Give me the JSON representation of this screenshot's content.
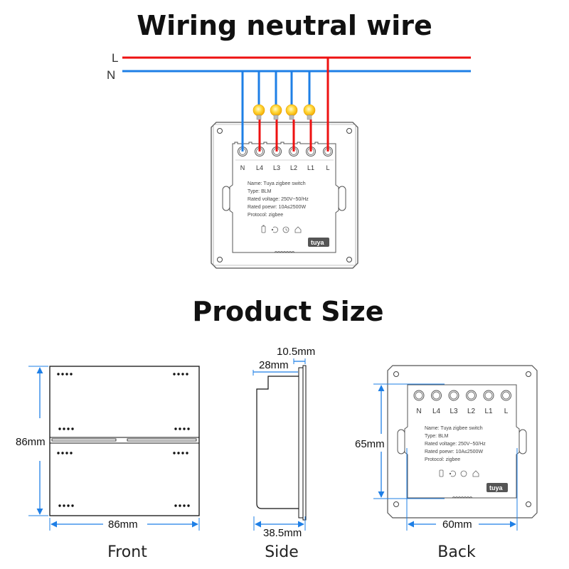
{
  "headings": {
    "wiring_title": "Wiring neutral wire",
    "size_title": "Product Size"
  },
  "wiring": {
    "line_label": "L",
    "neutral_label": "N",
    "line_color": "#ee1111",
    "neutral_color": "#1e7fe6",
    "terminals": [
      "N",
      "L4",
      "L3",
      "L2",
      "L1",
      "L"
    ],
    "bulb_count": 4,
    "spec": {
      "name": "Name:  Tuya zigbee switch",
      "type": "Type:  BLM",
      "voltage": "Rated voltage:  250V~50/Hz",
      "power": "Rated poewr:  10A≤2500W",
      "protocol": "Protocol:  zigbee"
    },
    "brand_badge": "tuya",
    "feature_icons": [
      "battery-icon",
      "voice-control-icon",
      "timer-icon",
      "home-icon"
    ]
  },
  "dimensions": {
    "front_height": "86mm",
    "front_width": "86mm",
    "side_depth_back": "28mm",
    "side_panel": "10.5mm",
    "side_total": "38.5mm",
    "back_height": "65mm",
    "back_width": "60mm",
    "dim_color": "#1e7fe6"
  },
  "captions": {
    "front": "Front",
    "side": "Side",
    "back": "Back"
  }
}
